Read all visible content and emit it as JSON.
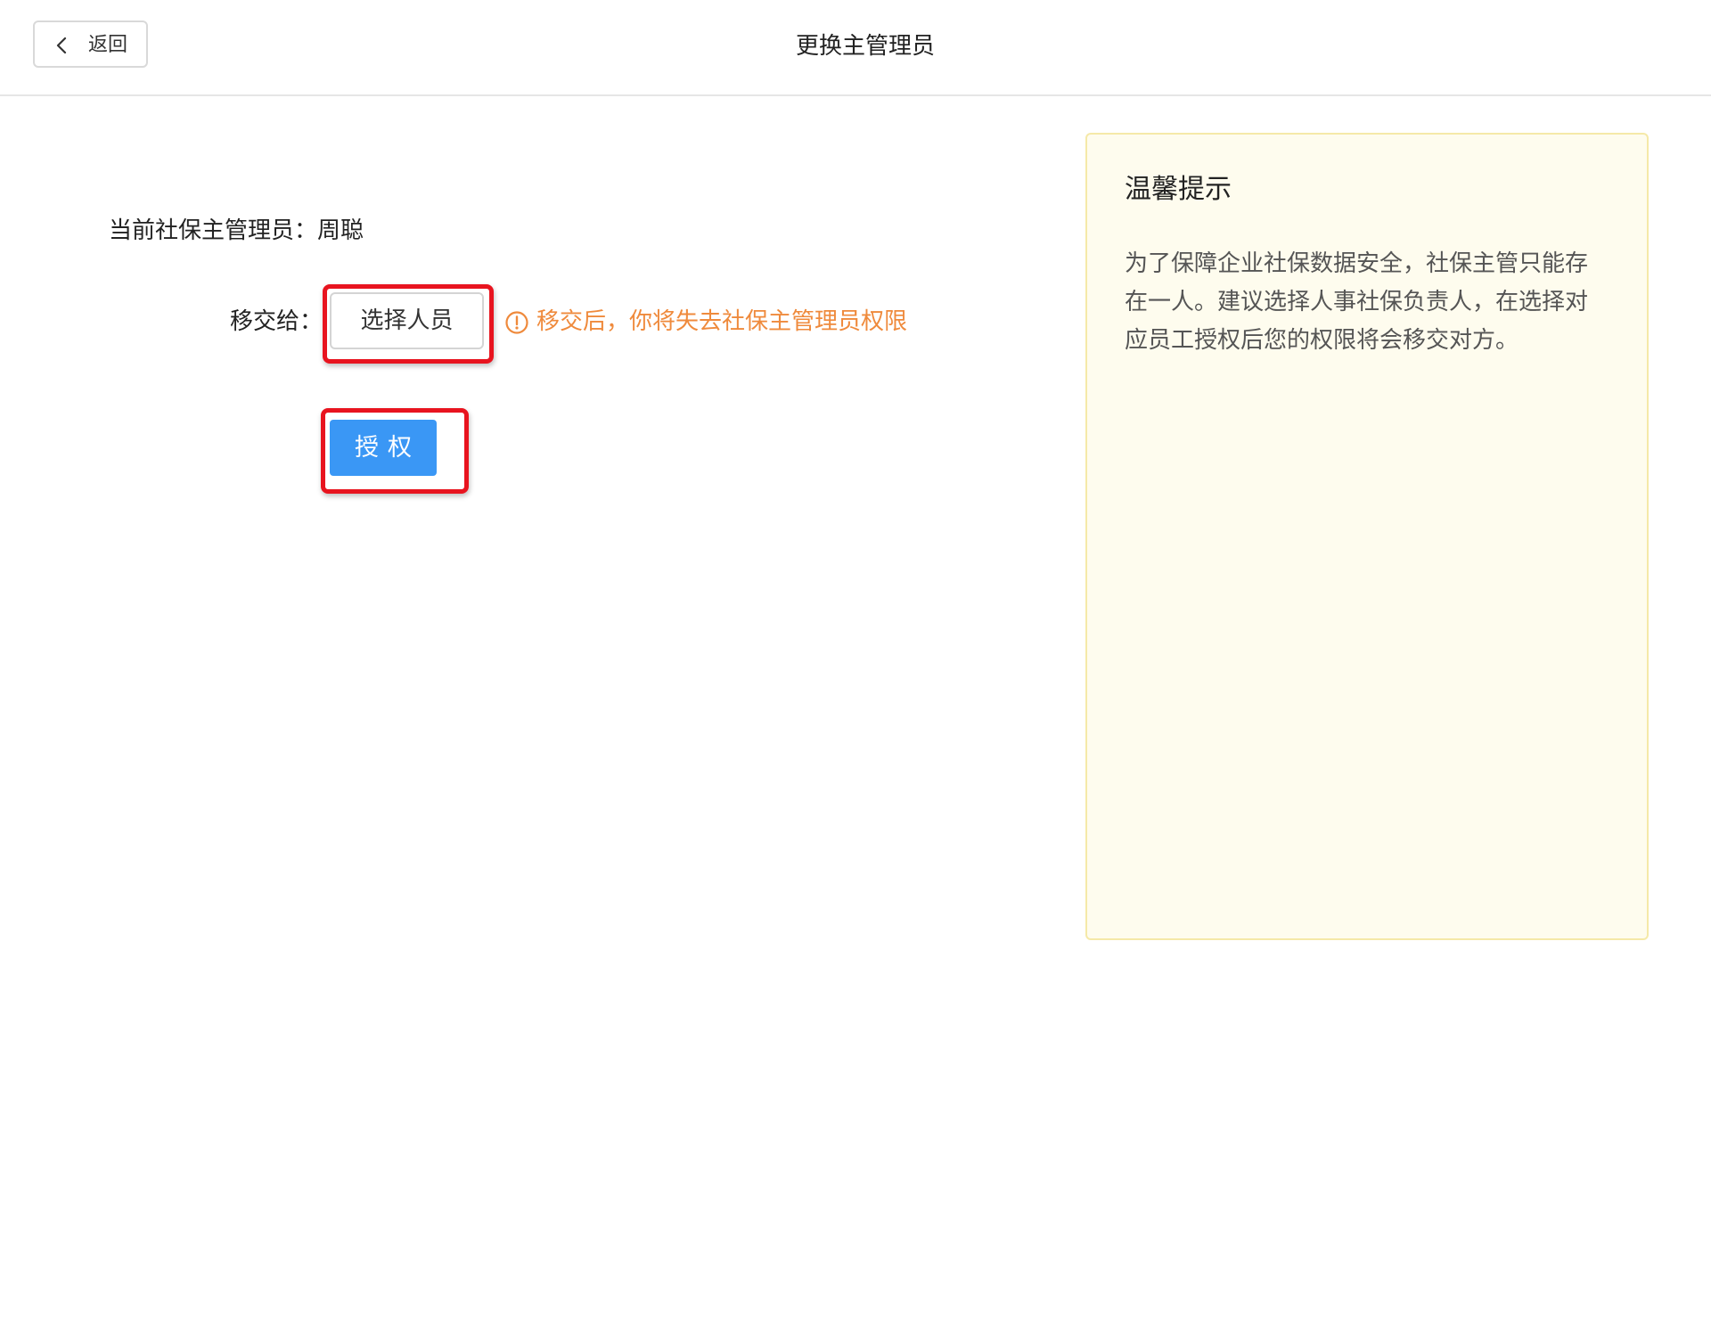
{
  "header": {
    "back_label": "返回",
    "title": "更换主管理员"
  },
  "form": {
    "current_admin": "当前社保主管理员：周聪",
    "transfer_label": "移交给：",
    "select_label": "选择人员",
    "warning_text": "移交后，你将失去社保主管理员权限",
    "authorize_label": "授权"
  },
  "tip": {
    "title": "温馨提示",
    "body": "为了保障企业社保数据安全，社保主管只能存在一人。建议选择人事社保负责人，在选择对应员工授权后您的权限将会移交对方。"
  },
  "colors": {
    "primary": "#3a97f5",
    "warning": "#ef8a3c",
    "highlight": "#e8141f",
    "tip_background": "#fefcee"
  },
  "icons": {
    "back": "chevron-left-icon",
    "warning": "exclamation-circle-icon"
  }
}
